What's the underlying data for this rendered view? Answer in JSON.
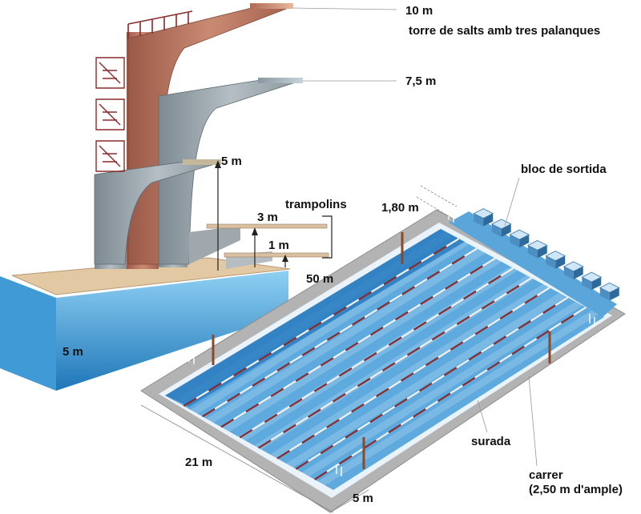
{
  "labels": {
    "tower_10m": "10 m",
    "tower_name": "torre de salts amb tres palanques",
    "tower_7_5m": "7,5 m",
    "tower_5m": "5 m",
    "springboards": "trampolins",
    "springboard_3m": "3 m",
    "springboard_1m": "1 m",
    "diving_depth": "5 m",
    "pool_length": "50 m",
    "start_block": "bloc de sortida",
    "lane_width": "1,80 m",
    "pool_width": "21 m",
    "deck": "surada",
    "lane_corridor": "carrer",
    "lane_corridor_width": "(2,50 m d'ample)",
    "end_width": "5 m"
  },
  "colors": {
    "water": "#4a9ed6",
    "water_light": "#9fd0f0",
    "water_dark": "#1f6fae",
    "deck": "#a7a7a7",
    "tower_brown": "#b5735f",
    "tower_grey": "#9aa6ad",
    "rope_red": "#8a2a2a",
    "rope_white": "#f2f2f2"
  },
  "diagram": {
    "lane_count": 8
  }
}
